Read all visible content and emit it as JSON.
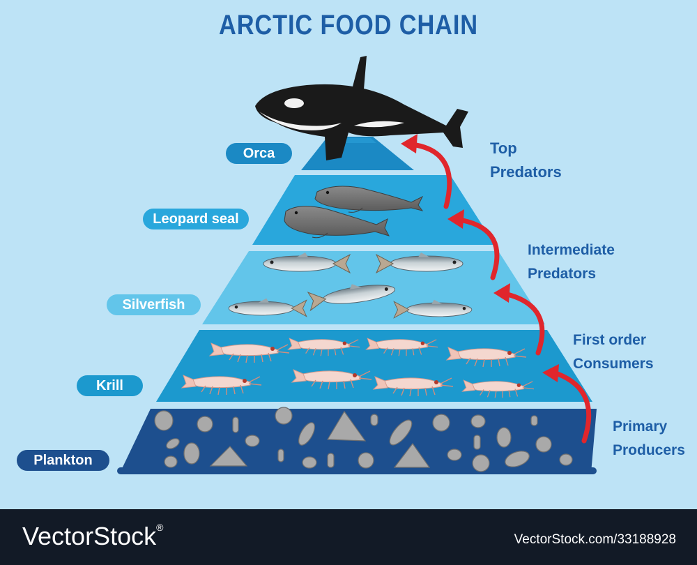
{
  "title": "ARCTIC FOOD CHAIN",
  "tiers": [
    {
      "label": "Orca",
      "color": "#1b89c4"
    },
    {
      "label": "Leopard seal",
      "color": "#29a7dc"
    },
    {
      "label": "Silverfish",
      "color": "#62c5ea"
    },
    {
      "label": "Krill",
      "color": "#1c99ce"
    },
    {
      "label": "Plankton",
      "color": "#1d4f8e"
    }
  ],
  "levels": {
    "top": [
      "Top",
      "Predators"
    ],
    "intermediate": [
      "Intermediate",
      "Predators"
    ],
    "first": [
      "First order",
      "Consumers"
    ],
    "primary": [
      "Primary",
      "Producers"
    ]
  },
  "colors": {
    "background": "#bde3f6",
    "title": "#1e5ea6",
    "arrow": "#e0262c"
  },
  "footer": {
    "brand": "VectorStock",
    "registered": "®",
    "site": "VectorStock.com/33188928"
  }
}
